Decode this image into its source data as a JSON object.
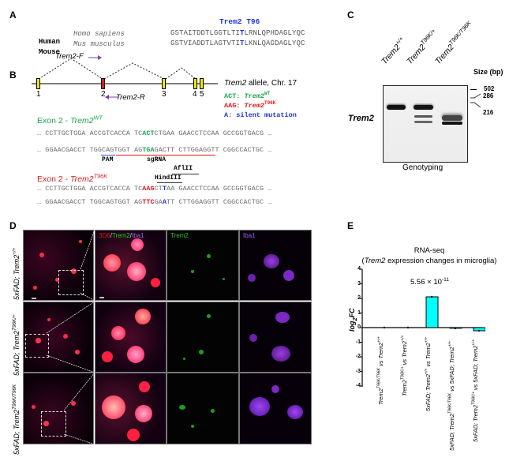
{
  "panels": {
    "A": {
      "label": "A",
      "header": "Trem2 T96",
      "rows": [
        {
          "species": "Human",
          "latin": "Homo sapiens",
          "seq_pre": "GSTAITDDTLGGTLTI",
          "seq_mut": "T",
          "seq_post": "LRNLQPHDAGLYQC"
        },
        {
          "species": "Mouse",
          "latin": "Mus musculus",
          "seq_pre": "GSTVIADDTLAGTVTI",
          "seq_mut": "T",
          "seq_post": "LKNLQAGDAGLYQC"
        }
      ]
    },
    "B": {
      "label": "B",
      "primer_f": "Trem2-F",
      "primer_r": "Trem2-R",
      "allele_label_gene": "Trem2",
      "allele_label_rest": " allele, Chr. 17",
      "exons": [
        "1",
        "2",
        "3",
        "4",
        "5"
      ],
      "legend": {
        "wt_codon": "ACT: ",
        "wt_gene": "Trem2",
        "wt_sup": "WT",
        "mut_codon": "AAG: ",
        "mut_gene": "Trem2",
        "mut_sup": "T96K",
        "silent": "A: silent mutation"
      },
      "wt_title_prefix": "Exon 2 - ",
      "wt_title_gene": "Trem2",
      "wt_title_sup": "WT",
      "wt_seq1": {
        "pre": "… CCTTGCTGGA ACCGTCACCA TC",
        "hl": "ACT",
        "post": "CTGAA GAACCTCCAA GCCGGTGACG …"
      },
      "wt_seq2": {
        "pre": "… GGAACGACCT TGGCAGTGGT AG",
        "hl": "TGA",
        "post": "GACTT CTTGGAGGTT CGGCCACTGC …"
      },
      "pam_label": "PAM",
      "sgrna_label": "sgRNA",
      "mut_title_prefix": "Exon 2 - ",
      "mut_title_gene": "Trem2",
      "mut_title_sup": "T96K",
      "afl_label": "AflII",
      "hind_label": "HindIII",
      "mut_seq1": {
        "pre": "… CCTTGCTGGA ACCGTCACCA TC",
        "hl": "AAG",
        "mid": "CT",
        "silent": "T",
        "post": "AA GAACCTCCAA GCCGGTGACG …"
      },
      "mut_seq2": {
        "pre": "… GGAACGACCT TGGCAGTGGT AG",
        "hl": "TTC",
        "mid": "GA",
        "silent": "A",
        "post": "TT CTTGGAGGTT CGGCCACTGC …"
      }
    },
    "C": {
      "label": "C",
      "lanes": [
        {
          "gene": "Trem2",
          "sup": "+/+"
        },
        {
          "gene": "Trem2",
          "sup": "T96K/+"
        },
        {
          "gene": "Trem2",
          "sup": "T96K/T96K"
        }
      ],
      "row_label": "Trem2",
      "size_header": "Size (bp)",
      "sizes": [
        "502",
        "286",
        "216"
      ],
      "caption": "Genotyping"
    },
    "D": {
      "label": "D",
      "channel_merge": {
        "c1": "3D6",
        "sep1": "/",
        "c2": "Trem2",
        "sep2": "/",
        "c3": "Iba1"
      },
      "channel_trem2": "Trem2",
      "channel_iba1": "Iba1",
      "rows": [
        {
          "prefix": "5xFAD; Trem2",
          "sup": "+/+"
        },
        {
          "prefix": "5xFAD; Trem2",
          "sup": "T96K/+"
        },
        {
          "prefix": "5xFAD; Trem2",
          "sup": "T96K/T96K"
        }
      ]
    },
    "E": {
      "label": "E",
      "title": "RNA-seq",
      "subtitle_open": "(",
      "subtitle_gene": "Trem2",
      "subtitle_rest": " expression changes in microglia)",
      "pvalue": "5.56 × 10",
      "pvalue_exp": "-11",
      "ylabel_pre": "log",
      "ylabel_sub": "2",
      "ylabel_post": "FC"
    }
  },
  "chart_data": {
    "type": "bar",
    "title": "RNA-seq",
    "subtitle": "(Trem2 expression changes in microglia)",
    "xlabel": "",
    "ylabel": "log2FC",
    "ylim": [
      -4,
      4
    ],
    "yticks": [
      "4",
      "3",
      "2",
      "1",
      "0",
      "-1",
      "-2",
      "-3",
      "-4"
    ],
    "grid": false,
    "bar_color": "#00ffff",
    "categories": [
      "Trem2 T96K/T96K vs Trem2 +/+",
      "Trem2 T96K/+ vs Trem2 +/+",
      "5xFAD; Trem2 +/+ vs Trem2 +/+",
      "5xFAD; Trem2 T96K/T96K vs 5xFAD; Trem2 +/+",
      "5xFAD; Trem2 T96K/+ vs 5xFAD; Trem2 +/+"
    ],
    "category_labels": [
      {
        "a": "Trem2",
        "as": "T96K/T96K",
        "b": " vs Trem2",
        "bs": "+/+"
      },
      {
        "a": "Trem2",
        "as": "T96K/+",
        "b": " vs Trem2",
        "bs": "+/+"
      },
      {
        "a": "5xFAD; Trem2",
        "as": "+/+",
        "b": " vs Trem2",
        "bs": "+/+"
      },
      {
        "a": "5xFAD; Trem2",
        "as": "T96K/T96K",
        "b": " vs 5xFAD; Trem2",
        "bs": "+/+"
      },
      {
        "a": "5xFAD; Trem2",
        "as": "T96K/+",
        "b": " vs 5xFAD; Trem2",
        "bs": "+/+"
      }
    ],
    "values": [
      0.0,
      0.0,
      2.1,
      -0.05,
      -0.2
    ],
    "annotations": [
      {
        "bar": 2,
        "text": "5.56 × 10^-11"
      }
    ]
  }
}
